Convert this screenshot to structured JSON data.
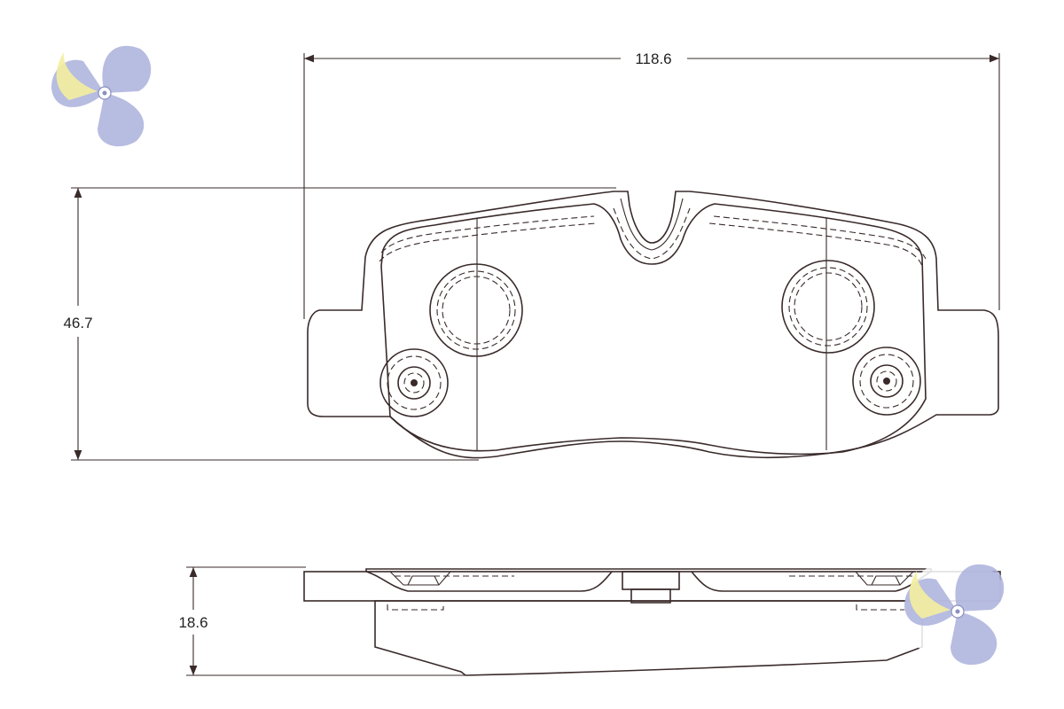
{
  "dimensions": {
    "width": "118.6",
    "height": "46.7",
    "thickness": "18.6"
  },
  "colors": {
    "pad_fill": "#f2c3a6",
    "line": "#3a2a2a",
    "background": "#ffffff",
    "logo_blue": "#aab0dc",
    "logo_yellow": "#f4eea0"
  },
  "icons": {
    "logo": "pinwheel-logo-icon"
  }
}
